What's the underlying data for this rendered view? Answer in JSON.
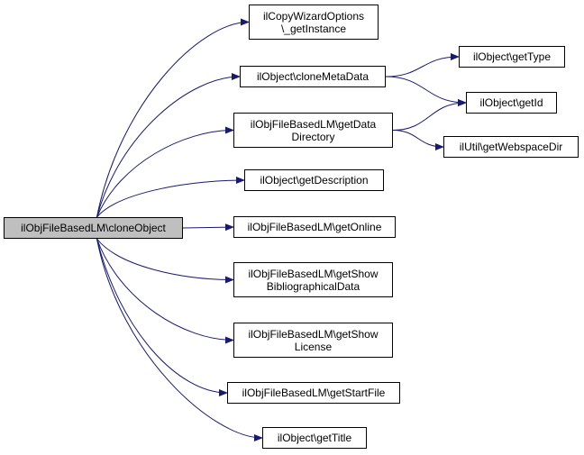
{
  "graph": {
    "root": {
      "id": "clone-object",
      "label": "ilObjFileBasedLM\\cloneObject"
    },
    "nodes": [
      {
        "id": "get-instance",
        "label": "ilCopyWizardOptions\n\\_getInstance"
      },
      {
        "id": "clone-meta-data",
        "label": "ilObject\\cloneMetaData"
      },
      {
        "id": "get-type",
        "label": "ilObject\\getType"
      },
      {
        "id": "get-id",
        "label": "ilObject\\getId"
      },
      {
        "id": "get-data-directory",
        "label": "ilObjFileBasedLM\\getData\nDirectory"
      },
      {
        "id": "get-webspace-dir",
        "label": "ilUtil\\getWebspaceDir"
      },
      {
        "id": "get-description",
        "label": "ilObject\\getDescription"
      },
      {
        "id": "get-online",
        "label": "ilObjFileBasedLM\\getOnline"
      },
      {
        "id": "get-show-bib",
        "label": "ilObjFileBasedLM\\getShow\nBibliographicalData"
      },
      {
        "id": "get-show-license",
        "label": "ilObjFileBasedLM\\getShow\nLicense"
      },
      {
        "id": "get-start-file",
        "label": "ilObjFileBasedLM\\getStartFile"
      },
      {
        "id": "get-title",
        "label": "ilObject\\getTitle"
      }
    ],
    "edges": [
      {
        "from": "clone-object",
        "to": "get-instance"
      },
      {
        "from": "clone-object",
        "to": "clone-meta-data"
      },
      {
        "from": "clone-object",
        "to": "get-data-directory"
      },
      {
        "from": "clone-object",
        "to": "get-description"
      },
      {
        "from": "clone-object",
        "to": "get-online"
      },
      {
        "from": "clone-object",
        "to": "get-show-bib"
      },
      {
        "from": "clone-object",
        "to": "get-show-license"
      },
      {
        "from": "clone-object",
        "to": "get-start-file"
      },
      {
        "from": "clone-object",
        "to": "get-title"
      },
      {
        "from": "clone-meta-data",
        "to": "get-type"
      },
      {
        "from": "clone-meta-data",
        "to": "get-id"
      },
      {
        "from": "get-data-directory",
        "to": "get-id"
      },
      {
        "from": "get-data-directory",
        "to": "get-webspace-dir"
      }
    ],
    "colors": {
      "edge": "#191970",
      "root_fill": "#bfbfbf",
      "node_fill": "#ffffff",
      "border": "#000000"
    }
  }
}
